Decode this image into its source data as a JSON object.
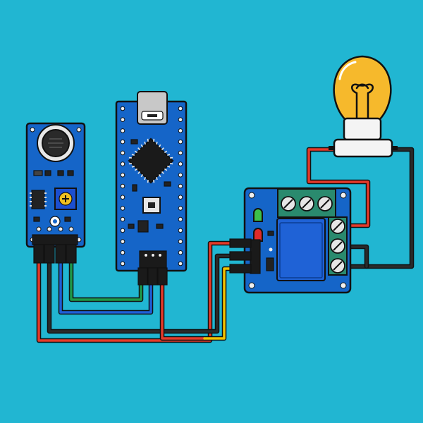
{
  "colors": {
    "background": "#21b6d2",
    "pcb_blue": "#1565c8",
    "pcb_blue_dark": "#0e4fa3",
    "outline": "#111111",
    "wire_red": "#e53a2a",
    "wire_black": "#1a1a1a",
    "wire_green": "#1e9a4a",
    "wire_blue": "#1f5fd8",
    "wire_yellow": "#f2c200",
    "bulb_yellow": "#f6b92c",
    "relay_blue": "#1f62d6",
    "terminal_green": "#2a8a6e",
    "led_green": "#3cc04a",
    "led_red": "#e02a2a"
  },
  "components": {
    "sound_sensor": {
      "name": "sound-sensor-module",
      "pins": 4
    },
    "arduino": {
      "name": "arduino-nano-board",
      "header_pins_per_side": 15
    },
    "relay": {
      "name": "relay-module",
      "terminals": 3
    },
    "bulb": {
      "name": "light-bulb"
    }
  }
}
